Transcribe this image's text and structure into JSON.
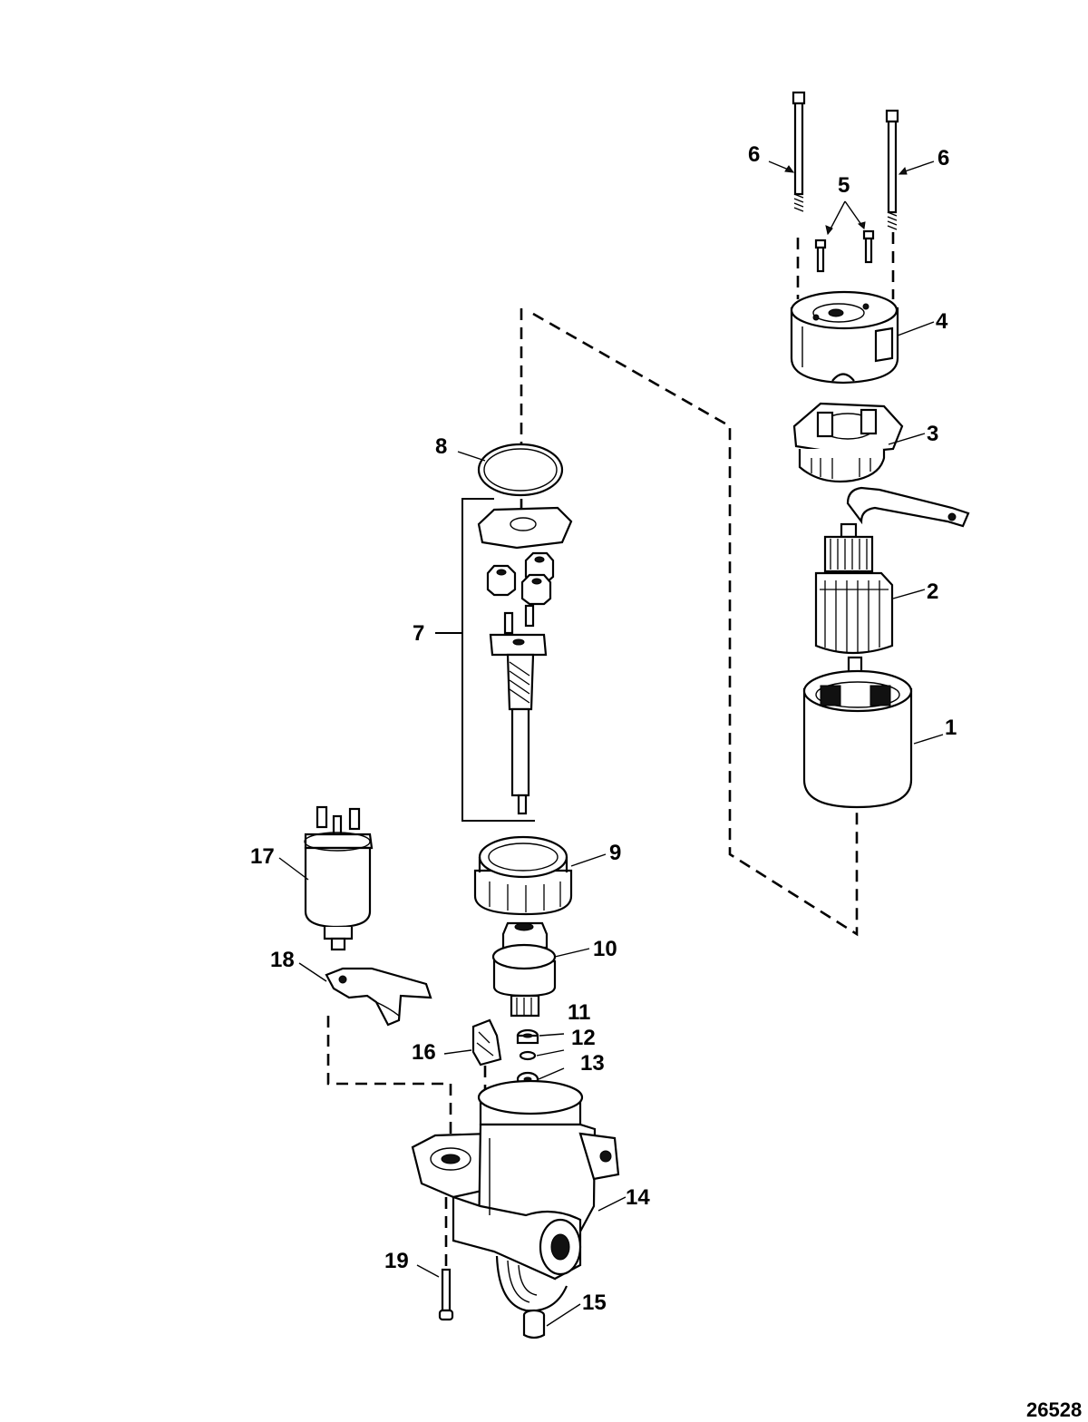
{
  "callouts": [
    "1",
    "2",
    "3",
    "4",
    "5",
    "6",
    "6",
    "7",
    "8",
    "9",
    "10",
    "11",
    "12",
    "13",
    "14",
    "15",
    "16",
    "17",
    "18",
    "19"
  ],
  "reference_number": "26528"
}
